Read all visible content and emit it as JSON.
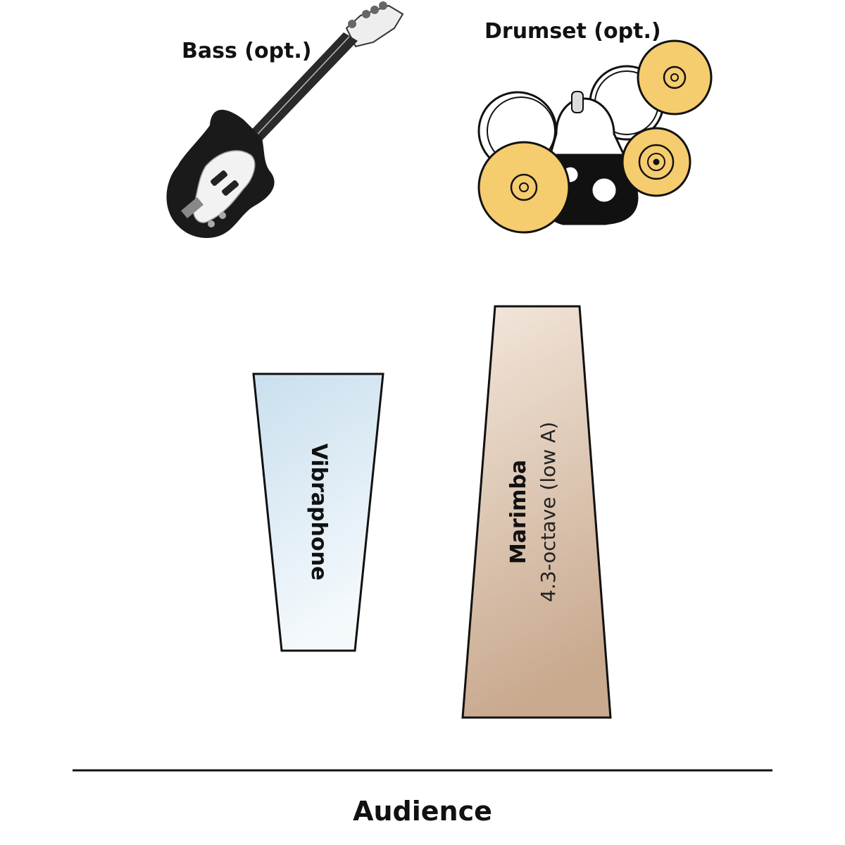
{
  "stage": {
    "bass_label": "Bass (opt.)",
    "drumset_label": "Drumset (opt.)",
    "vibraphone_label": "Vibraphone",
    "marimba_label": "Marimba",
    "marimba_detail": "4.3-octave (low A)",
    "audience_label": "Audience"
  },
  "colors": {
    "vibraphone_fill_top": "#c9dfee",
    "vibraphone_fill_bottom": "#f4f9fc",
    "marimba_fill_top": "#f3e7dc",
    "marimba_fill_bottom": "#c9aa8f",
    "cymbal": "#f5cc6e",
    "outline": "#111111"
  },
  "icons": {
    "bass": "bass-guitar-icon",
    "drums": "drumset-icon"
  }
}
